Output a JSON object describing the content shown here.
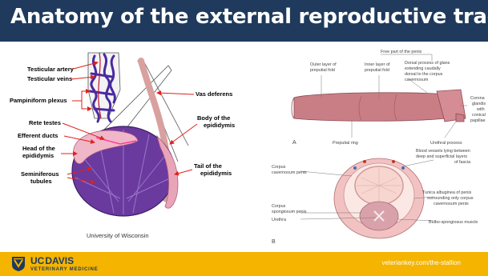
{
  "slide": {
    "title": "Anatomy of the external reproductive tract"
  },
  "left_figure": {
    "caption": "University of Wisconsin",
    "labels": {
      "testicular_artery": "Testicular artery",
      "testicular_veins": "Testicular veins",
      "pampiniform_plexus": "Pampiniform plexus",
      "rete_testes": "Rete testes",
      "efferent_ducts": "Efferent ducts",
      "head_line1": "Head of the",
      "head_line2": "epididymis",
      "seminiferous_line1": "Seminiferous",
      "seminiferous_line2": "tubules",
      "vas_deferens": "Vas deferens",
      "body_line1": "Body of the",
      "body_line2": "epididymis",
      "tail_line1": "Tail of the",
      "tail_line2": "epididymis"
    }
  },
  "right_figure": {
    "labels": {
      "free_part": "Free part of the penis",
      "outer_l1": "Outer layer of",
      "outer_l2": "preputial fold",
      "inner_l1": "Inner layer of",
      "inner_l2": "preputial fold",
      "dorsal_l1": "Dorsal process of glans",
      "dorsal_l2": "extending caudally",
      "dorsal_l3": "dorsal to the corpus",
      "dorsal_l4": "cavernosum",
      "corona_l1": "Corona",
      "corona_l2": "glandis",
      "corona_l3": "with",
      "corona_l4": "conical",
      "corona_l5": "papillae",
      "panel_a": "A",
      "preputial_ring": "Preputial ring",
      "urethral_process": "Urethral process",
      "blood_l1": "Blood vessels lying between",
      "blood_l2": "deep and superficial layers",
      "blood_l3": "of fascia",
      "cc_l1": "Corpus",
      "cc_l2": "cavernosum penis",
      "tunica_l1": "Tunica albuginea of penis",
      "tunica_l2": "surrounding only corpus",
      "tunica_l3": "cavernosum penis",
      "cs_l1": "Corpus",
      "cs_l2": "spongiosum penis",
      "urethra": "Urethra",
      "bulbo": "Bulbo-spongiosus muscle",
      "panel_b": "B"
    }
  },
  "footer": {
    "uc": "UC",
    "davis": "DAVIS",
    "vetmed": "VETERINARY MEDICINE",
    "source": "veteriankey.com/the-stallion"
  },
  "colors": {
    "title_bar": "#1f3a5c",
    "footer_bar": "#f4b400",
    "label_arrow": "#e0201b",
    "tissue_purple": "#5a2e8a",
    "tissue_pink": "#d99a9a"
  },
  "icons": {
    "logo": "uc-davis-shield-icon"
  }
}
